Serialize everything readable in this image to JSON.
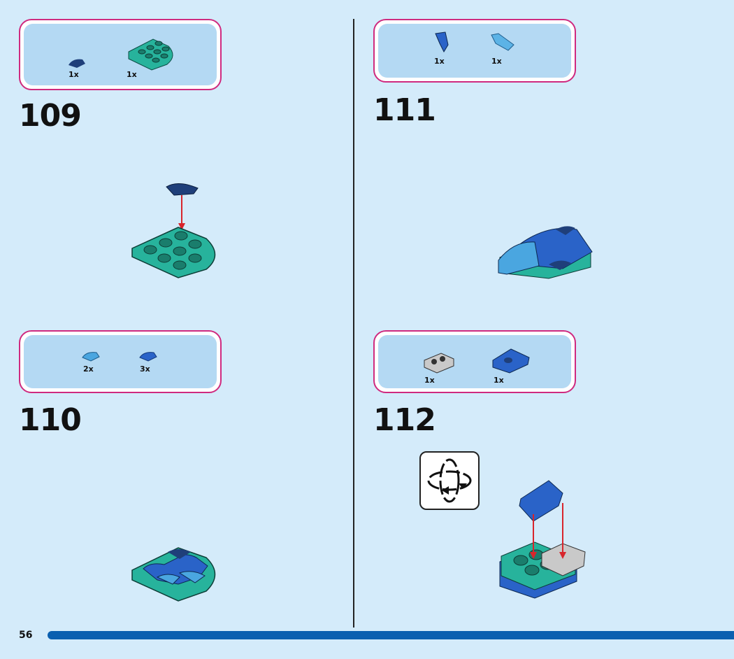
{
  "page_number": "56",
  "colors": {
    "background": "#d4ebfa",
    "part_box_border": "#cf2a7f",
    "part_box_fill": "#b4d9f3",
    "progress_bar": "#0a5fb0"
  },
  "steps": [
    {
      "number": "109",
      "parts": [
        {
          "name": "dark-blue-quarter-round-tile",
          "qty": "1x"
        },
        {
          "name": "teal-round-corner-plate",
          "qty": "1x"
        }
      ]
    },
    {
      "number": "110",
      "parts": [
        {
          "name": "light-blue-quarter-round-tile",
          "qty": "2x"
        },
        {
          "name": "blue-quarter-round-tile",
          "qty": "3x"
        }
      ]
    },
    {
      "number": "111",
      "parts": [
        {
          "name": "blue-wedge-slope",
          "qty": "1x"
        },
        {
          "name": "light-blue-wedge-slope",
          "qty": "1x"
        }
      ]
    },
    {
      "number": "112",
      "parts": [
        {
          "name": "grey-clip-plate",
          "qty": "1x"
        },
        {
          "name": "blue-curved-slope",
          "qty": "1x"
        }
      ]
    }
  ],
  "icons": {
    "rotate": "rotate-model-icon"
  }
}
